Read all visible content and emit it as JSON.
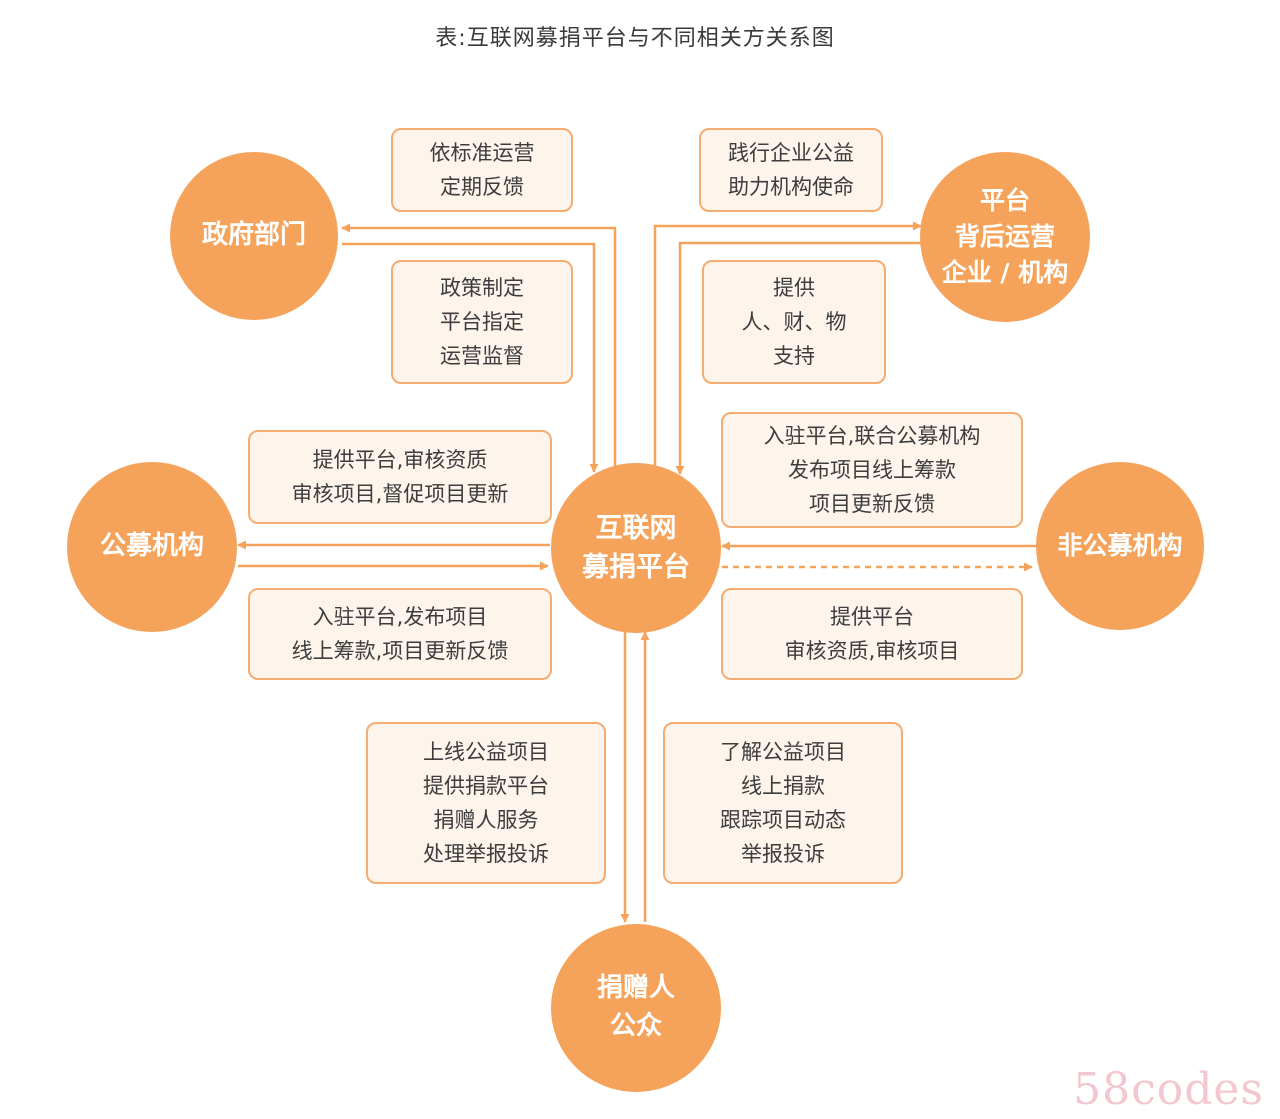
{
  "title": "表:互联网募捐平台与不同相关方关系图",
  "colors": {
    "node": "#f5a25a",
    "box_border": "#f4ac70",
    "box_fill": "#fdf4ec",
    "arrow": "#f5a25a"
  },
  "nodes": {
    "center": [
      "互联网",
      "募捐平台"
    ],
    "government": [
      "政府部门"
    ],
    "operator": [
      "平台",
      "背后运营",
      "企业 / 机构"
    ],
    "public_org": [
      "公募机构"
    ],
    "nonpublic_org": [
      "非公募机构"
    ],
    "donor": [
      "捐赠人",
      "公众"
    ]
  },
  "boxes": {
    "gov_top": [
      "依标准运营",
      "定期反馈"
    ],
    "gov_bottom": [
      "政策制定",
      "平台指定",
      "运营监督"
    ],
    "op_top": [
      "践行企业公益",
      "助力机构使命"
    ],
    "op_bottom": [
      "提供",
      "人、财、物",
      "支持"
    ],
    "pub_top": [
      "提供平台,审核资质",
      "审核项目,督促项目更新"
    ],
    "pub_bottom": [
      "入驻平台,发布项目",
      "线上筹款,项目更新反馈"
    ],
    "nonpub_top": [
      "入驻平台,联合公募机构",
      "发布项目线上筹款",
      "项目更新反馈"
    ],
    "nonpub_bottom": [
      "提供平台",
      "审核资质,审核项目"
    ],
    "donor_left": [
      "上线公益项目",
      "提供捐款平台",
      "捐赠人服务",
      "处理举报投诉"
    ],
    "donor_right": [
      "了解公益项目",
      "线上捐款",
      "跟踪项目动态",
      "举报投诉"
    ]
  },
  "watermark": "58codes"
}
